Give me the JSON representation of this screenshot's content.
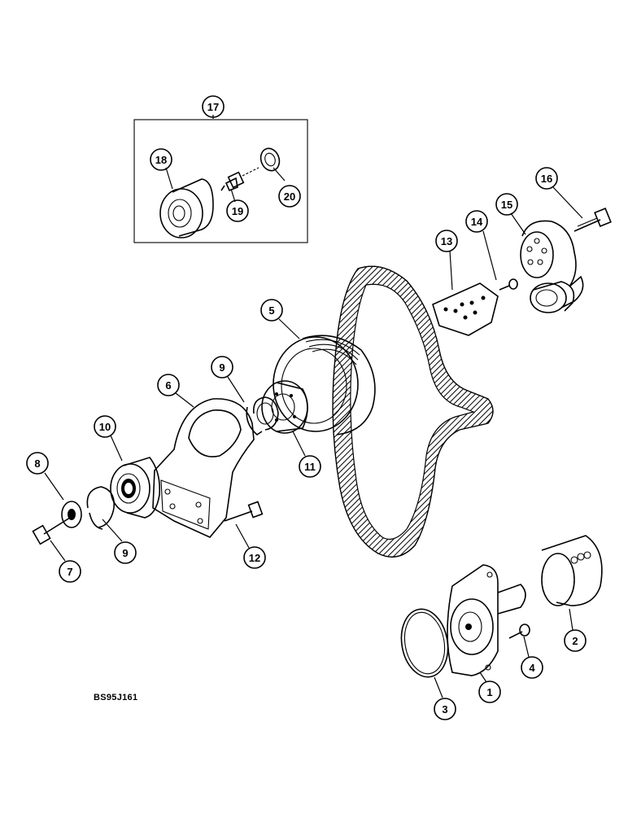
{
  "diagram": {
    "callouts": [
      {
        "id": "c17",
        "label": "17"
      },
      {
        "id": "c18",
        "label": "18"
      },
      {
        "id": "c19",
        "label": "19"
      },
      {
        "id": "c20",
        "label": "20"
      },
      {
        "id": "c16",
        "label": "16"
      },
      {
        "id": "c15",
        "label": "15"
      },
      {
        "id": "c14",
        "label": "14"
      },
      {
        "id": "c13",
        "label": "13"
      },
      {
        "id": "c5",
        "label": "5"
      },
      {
        "id": "c9a",
        "label": "9"
      },
      {
        "id": "c6",
        "label": "6"
      },
      {
        "id": "c10",
        "label": "10"
      },
      {
        "id": "c8",
        "label": "8"
      },
      {
        "id": "c11",
        "label": "11"
      },
      {
        "id": "c12",
        "label": "12"
      },
      {
        "id": "c9b",
        "label": "9"
      },
      {
        "id": "c7",
        "label": "7"
      },
      {
        "id": "c2",
        "label": "2"
      },
      {
        "id": "c4",
        "label": "4"
      },
      {
        "id": "c1",
        "label": "1"
      },
      {
        "id": "c3",
        "label": "3"
      }
    ],
    "reference_code": "BS95J161"
  }
}
